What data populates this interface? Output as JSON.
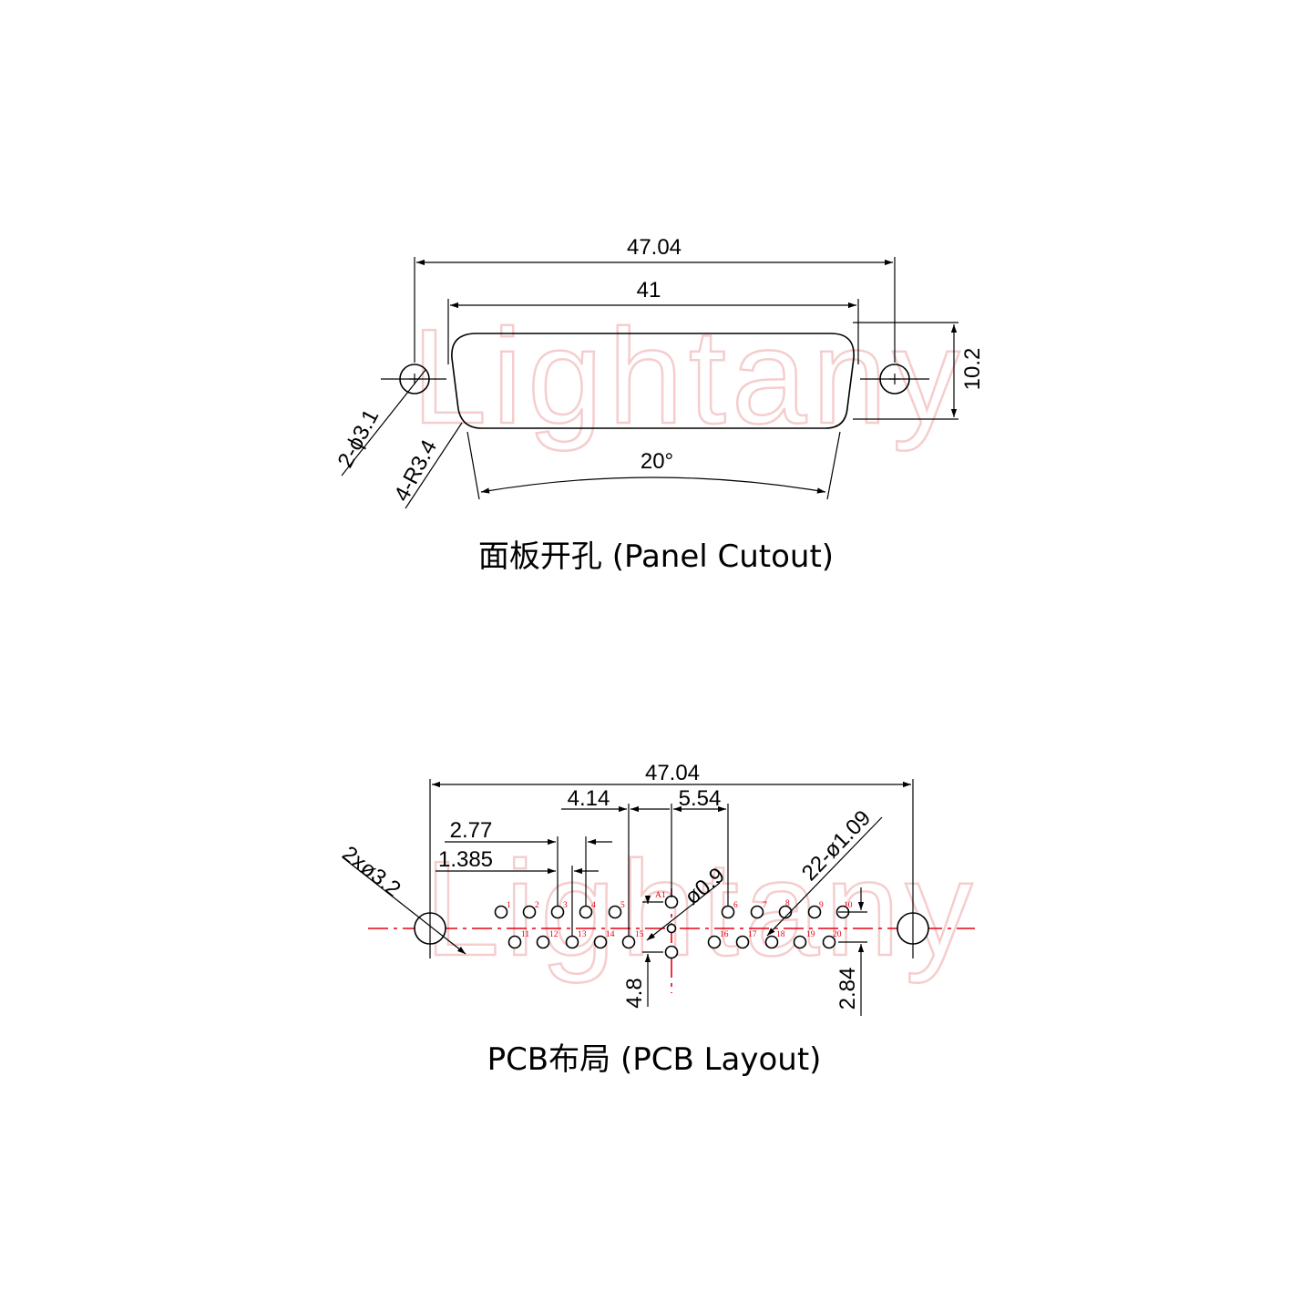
{
  "watermark": "Lightany",
  "panel": {
    "title": "面板开孔 (Panel Cutout)",
    "dims": {
      "overall_width": "47.04",
      "body_width": "41",
      "height": "10.2",
      "angle": "20°",
      "mount_holes": "2-ϕ3.1",
      "corner_radius": "4-R3.4"
    }
  },
  "pcb": {
    "title": "PCB布局 (PCB Layout)",
    "dims": {
      "overall_width": "47.04",
      "left_offset": "4.14",
      "right_offset": "5.54",
      "pitch": "2.77",
      "half_pitch": "1.385",
      "mount_holes": "2xø3.2",
      "pin_holes": "22-ø1.09",
      "special_hole": "ø0.9",
      "row_offset": "4.8",
      "row_spacing": "2.84"
    },
    "pin_labels": [
      "1",
      "2",
      "3",
      "4",
      "5",
      "A1",
      "6",
      "7",
      "8",
      "9",
      "10",
      "11",
      "12",
      "13",
      "14",
      "15",
      "16",
      "17",
      "18",
      "19",
      "20"
    ]
  },
  "colors": {
    "line": "#000000",
    "centerline": "#e60012",
    "watermark": "#f3c1c1"
  }
}
